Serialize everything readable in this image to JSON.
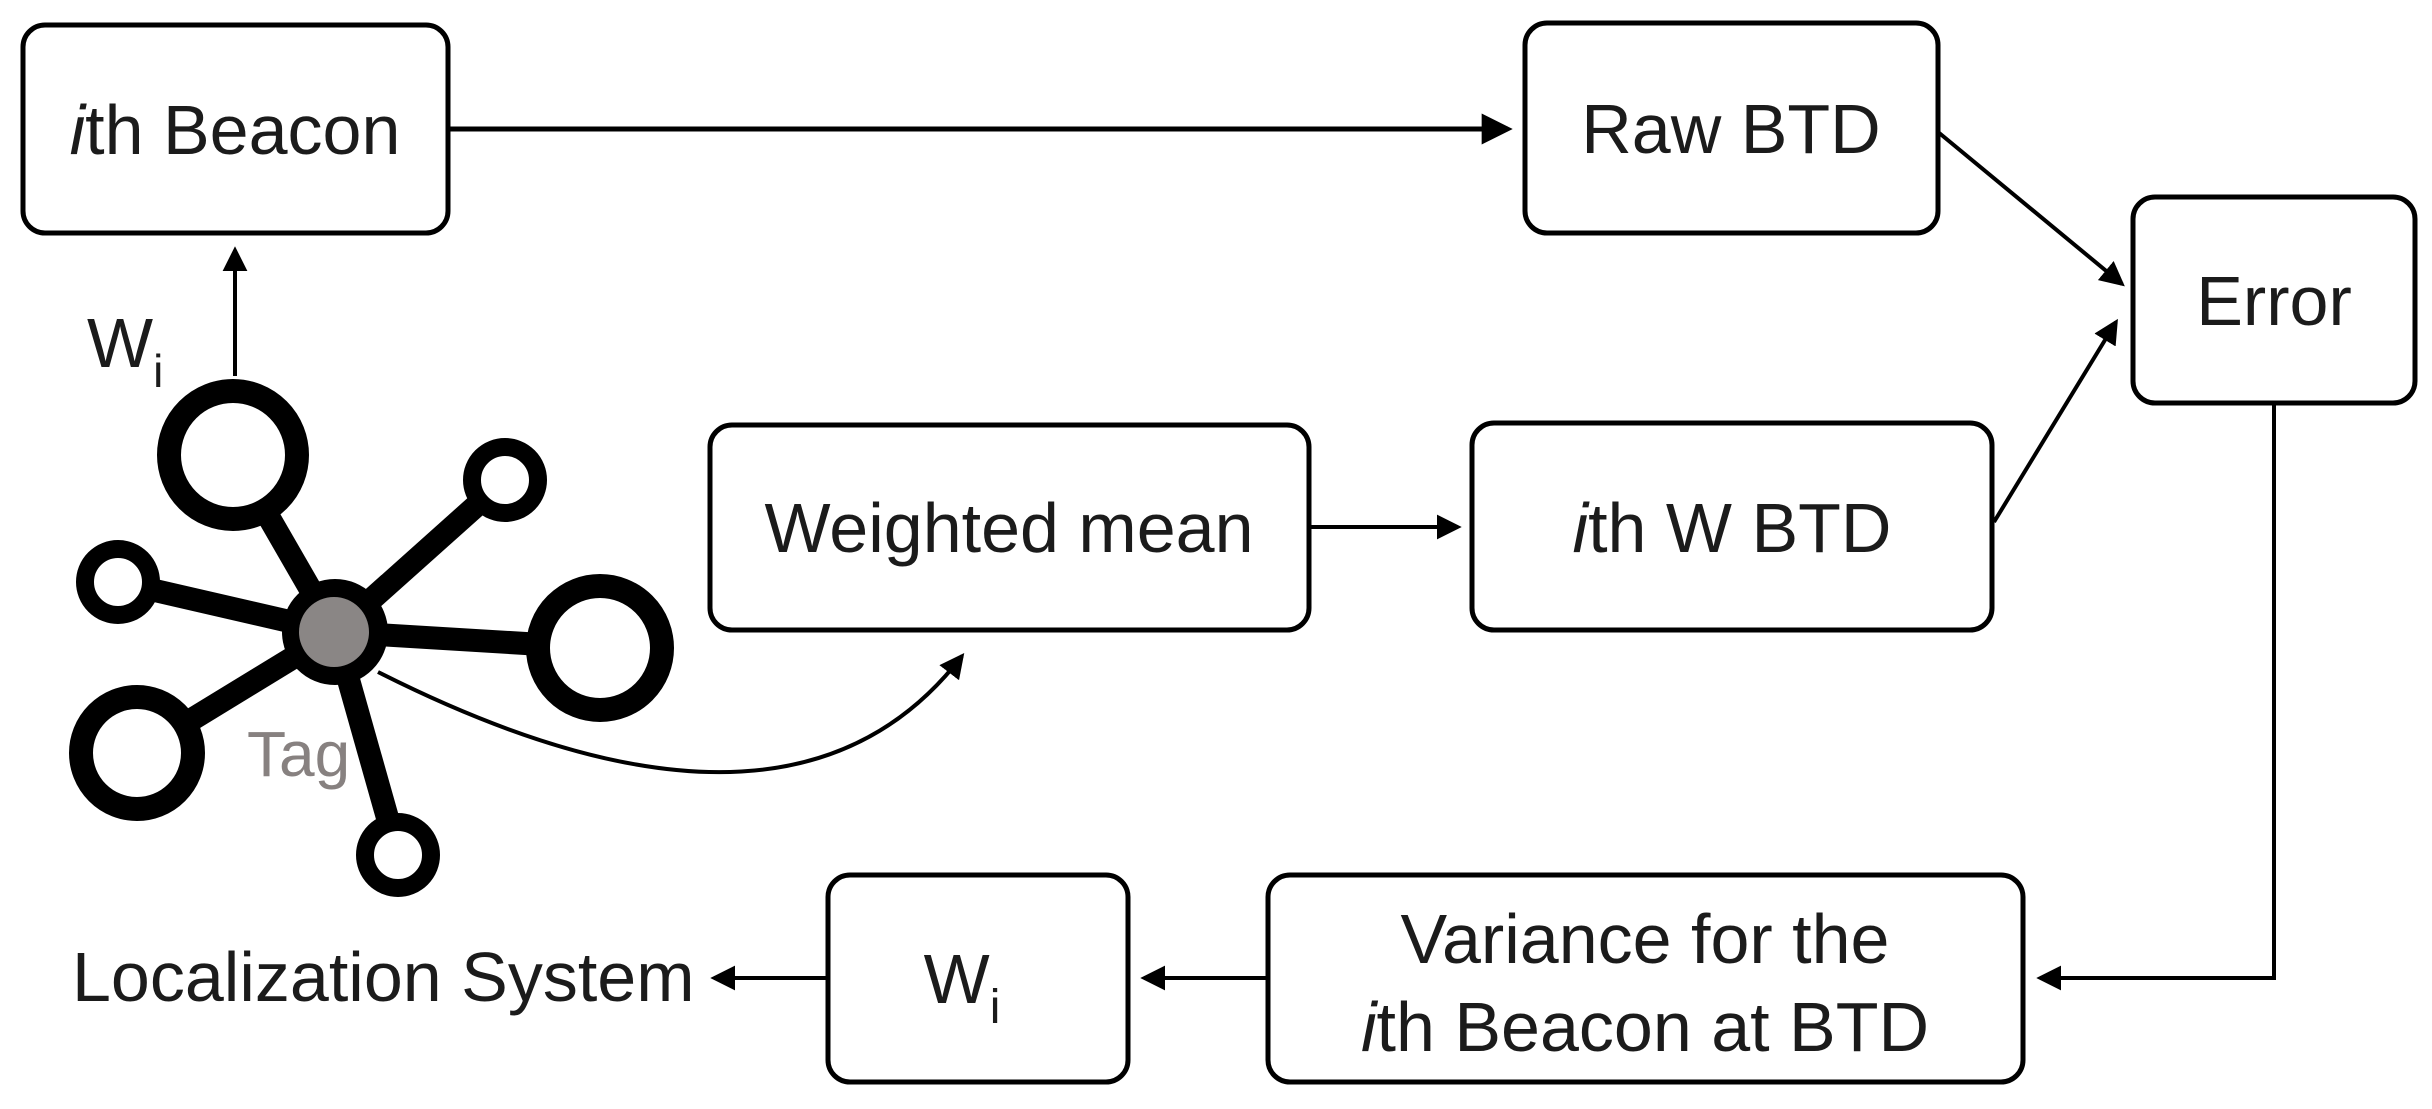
{
  "diagram": {
    "background": "#ffffff",
    "line_color": "#000000",
    "text_color": "#1b1b1b",
    "tag_text_color": "#878180",
    "hub_fill_color": "#8a8685"
  },
  "nodes": {
    "beacon": {
      "prefix_italic": "i",
      "label": "th Beacon"
    },
    "raw_btd": {
      "label": "Raw BTD"
    },
    "error": {
      "label": "Error"
    },
    "weighted_mean": {
      "label": "Weighted mean"
    },
    "weighted_btd": {
      "prefix_italic": "i",
      "label": "th W BTD"
    },
    "weight": {
      "base": "W",
      "subscript": "i"
    },
    "variance": {
      "line1": "Variance for the",
      "line2_prefix_italic": "i",
      "line2": "th Beacon at BTD"
    }
  },
  "labels": {
    "localization_system": "Localization System",
    "tag": "Tag",
    "weight": {
      "base": "W",
      "subscript": "i"
    }
  }
}
